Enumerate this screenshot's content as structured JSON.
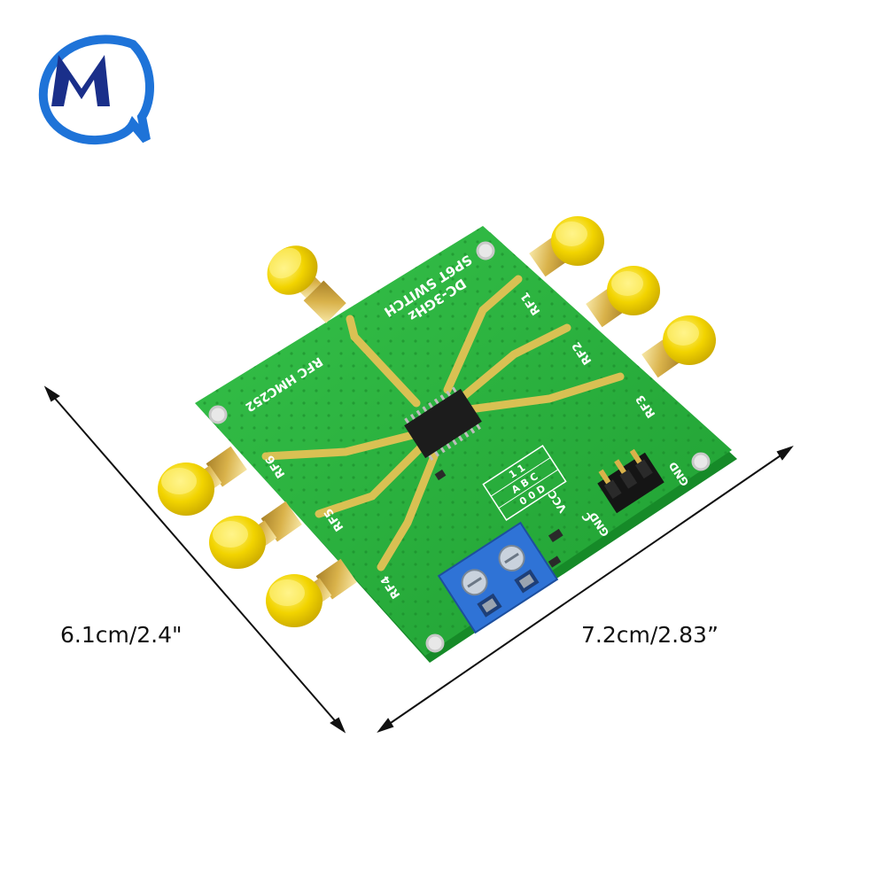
{
  "logo": {
    "name": "mq-brand-logo",
    "letters": "MQ",
    "color_blue": "#1e73d8",
    "color_navy": "#1a2f8a"
  },
  "dimensions": {
    "width_label": "6.1cm/2.4\"",
    "length_label": "7.2cm/2.83”"
  },
  "board": {
    "title_lines": [
      "DC-3GHz",
      "SP6T SWITCH"
    ],
    "model_label": "RFC HMC252",
    "port_labels": [
      "RF1",
      "RF2",
      "RF3",
      "RF4",
      "RF5",
      "RF6"
    ],
    "power_labels": [
      "VCC",
      "C",
      "GND",
      "GND"
    ],
    "truth_table": [
      "1 1",
      "A B C",
      "0 0 D"
    ],
    "pcb_color": "#25b33a",
    "connector_color": "#f2d400",
    "terminal_color": "#2f73d6"
  }
}
